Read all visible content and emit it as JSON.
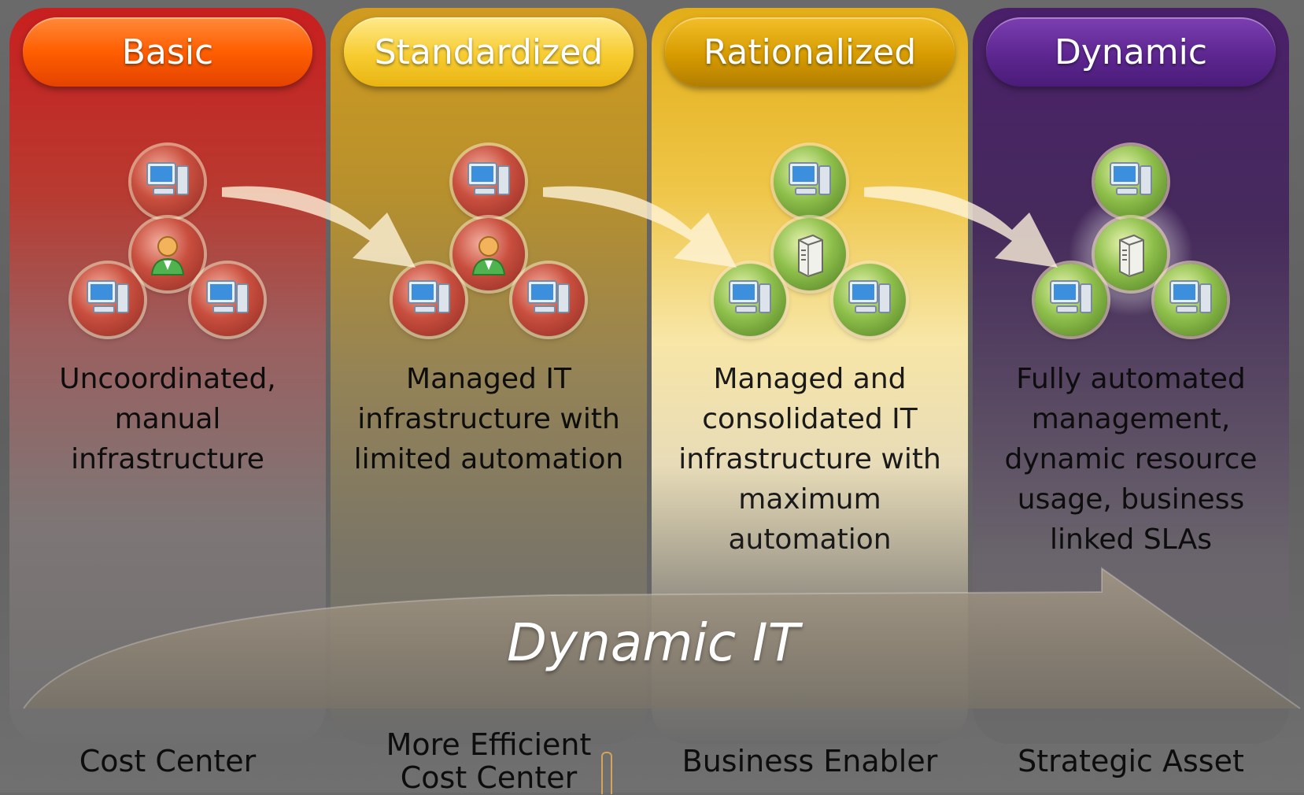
{
  "title": "Dynamic IT",
  "colors": {
    "basic": "#ff5e00",
    "standardized": "#f7cc30",
    "rationalized": "#d79b00",
    "dynamic": "#5d2690"
  },
  "stages": [
    {
      "label": "Basic",
      "description": "Uncoordinated,\nmanual\ninfrastructure",
      "outcome": "Cost Center",
      "icons": [
        "computer-icon",
        "user-icon",
        "computer-icon",
        "computer-icon"
      ]
    },
    {
      "label": "Standardized",
      "description": "Managed IT\ninfrastructure with\nlimited automation",
      "outcome": "More Efficient\nCost Center",
      "icons": [
        "computer-icon",
        "user-icon",
        "computer-icon",
        "computer-icon"
      ]
    },
    {
      "label": "Rationalized",
      "description": "Managed and\nconsolidated IT\ninfrastructure with\nmaximum\nautomation",
      "outcome": "Business Enabler",
      "icons": [
        "computer-icon",
        "server-icon",
        "computer-icon",
        "computer-icon"
      ]
    },
    {
      "label": "Dynamic",
      "description": "Fully automated\nmanagement,\ndynamic resource\nusage, business\nlinked SLAs",
      "outcome": "Strategic Asset",
      "icons": [
        "computer-icon",
        "server-icon",
        "computer-icon",
        "computer-icon"
      ]
    }
  ]
}
